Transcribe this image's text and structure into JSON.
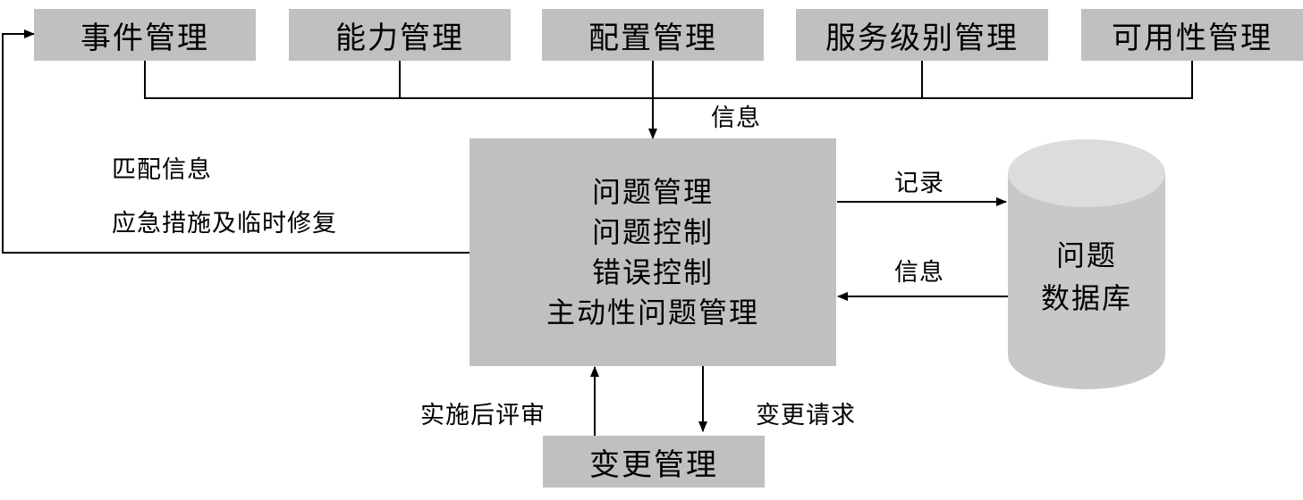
{
  "top_boxes": [
    "事件管理",
    "能力管理",
    "配置管理",
    "服务级别管理",
    "可用性管理"
  ],
  "center_lines": [
    "问题管理",
    "问题控制",
    "错误控制",
    "主动性问题管理"
  ],
  "database_lines": [
    "问题",
    "数据库"
  ],
  "bottom_box": "变更管理",
  "labels": {
    "info_top": "信息",
    "match_info": "匹配信息",
    "workaround": "应急措施及临时修复",
    "record": "记录",
    "info_db": "信息",
    "post_review": "实施后评审",
    "change_request": "变更请求"
  },
  "colors": {
    "box_fill": "#c0c0c0",
    "db_side": "#c8c8c8",
    "db_top": "#dcdcdc",
    "line": "#000000"
  }
}
